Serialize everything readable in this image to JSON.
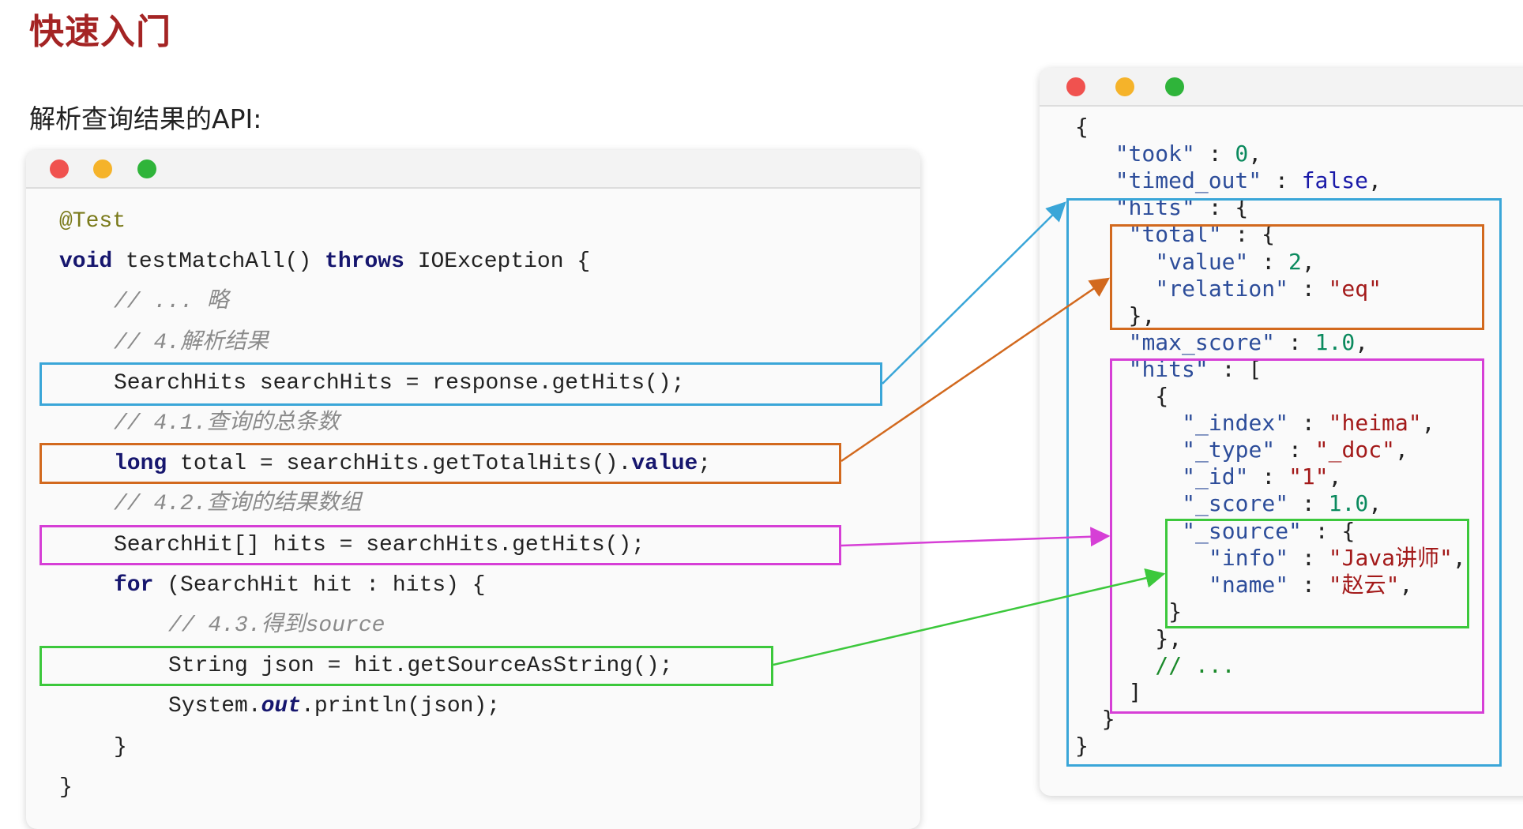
{
  "header": {
    "title": "快速入门",
    "subtitle": "解析查询结果的API:"
  },
  "colors": {
    "blue": "#3aa6d8",
    "orange": "#d2691e",
    "magenta": "#d63fd6",
    "green": "#3cc83c",
    "title": "#a42424"
  },
  "code_window": {
    "window_buttons": [
      "close",
      "minimize",
      "maximize"
    ],
    "lines": [
      {
        "indent": 0,
        "tokens": [
          {
            "t": "@Test",
            "c": "ann"
          }
        ]
      },
      {
        "indent": 0,
        "tokens": [
          {
            "t": "void",
            "c": "kw"
          },
          {
            "t": " testMatchAll() "
          },
          {
            "t": "throws",
            "c": "kw"
          },
          {
            "t": " IOException {"
          }
        ]
      },
      {
        "indent": 1,
        "tokens": [
          {
            "t": "// ... 略",
            "c": "cm"
          }
        ]
      },
      {
        "indent": 1,
        "tokens": [
          {
            "t": "// 4.解析结果",
            "c": "cm"
          }
        ]
      },
      {
        "indent": 1,
        "tokens": [
          {
            "t": "SearchHits searchHits = response.getHits();"
          }
        ]
      },
      {
        "indent": 1,
        "tokens": [
          {
            "t": "// 4.1.查询的总条数",
            "c": "cm"
          }
        ]
      },
      {
        "indent": 1,
        "tokens": [
          {
            "t": "long",
            "c": "kw"
          },
          {
            "t": " total = searchHits.getTotalHits()."
          },
          {
            "t": "value",
            "c": "kw"
          },
          {
            "t": ";"
          }
        ]
      },
      {
        "indent": 1,
        "tokens": [
          {
            "t": "// 4.2.查询的结果数组",
            "c": "cm"
          }
        ]
      },
      {
        "indent": 1,
        "tokens": [
          {
            "t": "SearchHit[] hits = searchHits.getHits();"
          }
        ]
      },
      {
        "indent": 1,
        "tokens": [
          {
            "t": "for",
            "c": "kw"
          },
          {
            "t": " (SearchHit hit : hits) {"
          }
        ]
      },
      {
        "indent": 2,
        "tokens": [
          {
            "t": "// 4.3.得到source",
            "c": "cm"
          }
        ]
      },
      {
        "indent": 2,
        "tokens": [
          {
            "t": "String json = hit.getSourceAsString();"
          }
        ]
      },
      {
        "indent": 2,
        "tokens": [
          {
            "t": "System."
          },
          {
            "t": "out",
            "c": "it"
          },
          {
            "t": ".println(json);"
          }
        ]
      },
      {
        "indent": 1,
        "tokens": [
          {
            "t": "}"
          }
        ]
      },
      {
        "indent": 0,
        "tokens": [
          {
            "t": "}"
          }
        ]
      }
    ]
  },
  "json_window": {
    "window_buttons": [
      "close",
      "minimize",
      "maximize"
    ],
    "lines": [
      {
        "sp": 0,
        "tokens": [
          {
            "t": "{"
          }
        ]
      },
      {
        "sp": 3,
        "tokens": [
          {
            "t": "\"took\"",
            "c": "k"
          },
          {
            "t": " : "
          },
          {
            "t": "0",
            "c": "n"
          },
          {
            "t": ","
          }
        ]
      },
      {
        "sp": 3,
        "tokens": [
          {
            "t": "\"timed_out\"",
            "c": "k"
          },
          {
            "t": " : "
          },
          {
            "t": "false",
            "c": "b"
          },
          {
            "t": ","
          }
        ]
      },
      {
        "sp": 3,
        "tokens": [
          {
            "t": "\"hits\"",
            "c": "k"
          },
          {
            "t": " : {"
          }
        ]
      },
      {
        "sp": 4,
        "tokens": [
          {
            "t": "\"total\"",
            "c": "k"
          },
          {
            "t": " : {"
          }
        ]
      },
      {
        "sp": 6,
        "tokens": [
          {
            "t": "\"value\"",
            "c": "k"
          },
          {
            "t": " : "
          },
          {
            "t": "2",
            "c": "n"
          },
          {
            "t": ","
          }
        ]
      },
      {
        "sp": 6,
        "tokens": [
          {
            "t": "\"relation\"",
            "c": "k"
          },
          {
            "t": " : "
          },
          {
            "t": "\"eq\"",
            "c": "s"
          }
        ]
      },
      {
        "sp": 4,
        "tokens": [
          {
            "t": "},"
          }
        ]
      },
      {
        "sp": 4,
        "tokens": [
          {
            "t": "\"max_score\"",
            "c": "k"
          },
          {
            "t": " : "
          },
          {
            "t": "1.0",
            "c": "n"
          },
          {
            "t": ","
          }
        ]
      },
      {
        "sp": 4,
        "tokens": [
          {
            "t": "\"hits\"",
            "c": "k"
          },
          {
            "t": " : ["
          }
        ]
      },
      {
        "sp": 6,
        "tokens": [
          {
            "t": "{"
          }
        ]
      },
      {
        "sp": 8,
        "tokens": [
          {
            "t": "\"_index\"",
            "c": "k"
          },
          {
            "t": " : "
          },
          {
            "t": "\"heima\"",
            "c": "s"
          },
          {
            "t": ","
          }
        ]
      },
      {
        "sp": 8,
        "tokens": [
          {
            "t": "\"_type\"",
            "c": "k"
          },
          {
            "t": " : "
          },
          {
            "t": "\"_doc\"",
            "c": "s"
          },
          {
            "t": ","
          }
        ]
      },
      {
        "sp": 8,
        "tokens": [
          {
            "t": "\"_id\"",
            "c": "k"
          },
          {
            "t": " : "
          },
          {
            "t": "\"1\"",
            "c": "s"
          },
          {
            "t": ","
          }
        ]
      },
      {
        "sp": 8,
        "tokens": [
          {
            "t": "\"_score\"",
            "c": "k"
          },
          {
            "t": " : "
          },
          {
            "t": "1.0",
            "c": "n"
          },
          {
            "t": ","
          }
        ]
      },
      {
        "sp": 8,
        "tokens": [
          {
            "t": "\"_source\"",
            "c": "k"
          },
          {
            "t": " : {"
          }
        ]
      },
      {
        "sp": 10,
        "tokens": [
          {
            "t": "\"info\"",
            "c": "k"
          },
          {
            "t": " : "
          },
          {
            "t": "\"Java讲师\"",
            "c": "s"
          },
          {
            "t": ","
          }
        ]
      },
      {
        "sp": 10,
        "tokens": [
          {
            "t": "\"name\"",
            "c": "k"
          },
          {
            "t": " : "
          },
          {
            "t": "\"赵云\"",
            "c": "s"
          },
          {
            "t": ","
          }
        ]
      },
      {
        "sp": 7,
        "tokens": [
          {
            "t": "}"
          }
        ]
      },
      {
        "sp": 6,
        "tokens": [
          {
            "t": "},"
          }
        ]
      },
      {
        "sp": 6,
        "tokens": [
          {
            "t": "// ...",
            "c": "jc"
          }
        ]
      },
      {
        "sp": 4,
        "tokens": [
          {
            "t": "]"
          }
        ]
      },
      {
        "sp": 2,
        "tokens": [
          {
            "t": "}"
          }
        ]
      },
      {
        "sp": 0,
        "tokens": [
          {
            "t": "}"
          }
        ]
      }
    ]
  }
}
